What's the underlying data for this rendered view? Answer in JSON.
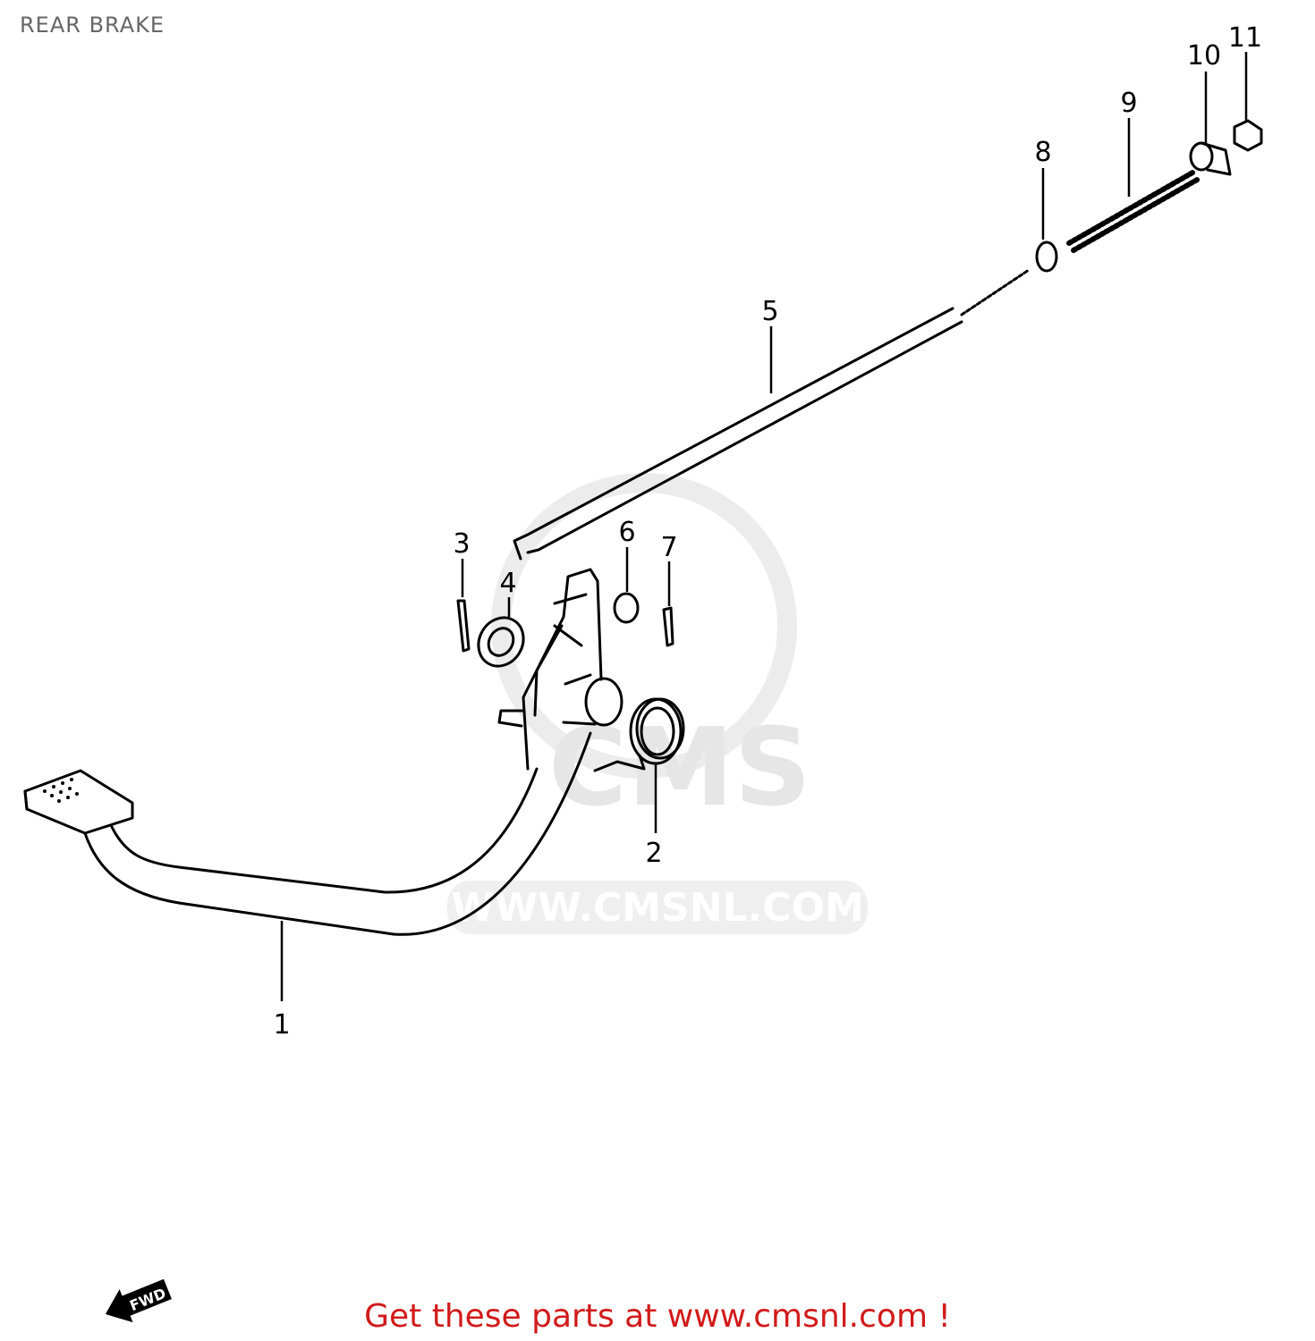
{
  "title": "REAR BRAKE",
  "footer": "Get these parts at www.cmsnl.com !",
  "watermark": {
    "logo": "CMS",
    "url": "WWW.CMSNL.COM"
  },
  "direction_marker": "FWD",
  "callouts": [
    "1",
    "2",
    "3",
    "4",
    "5",
    "6",
    "7",
    "8",
    "9",
    "10",
    "11"
  ],
  "colors": {
    "footer": "#d21a1a",
    "title": "#666666",
    "watermark": "#e6e6e6"
  }
}
